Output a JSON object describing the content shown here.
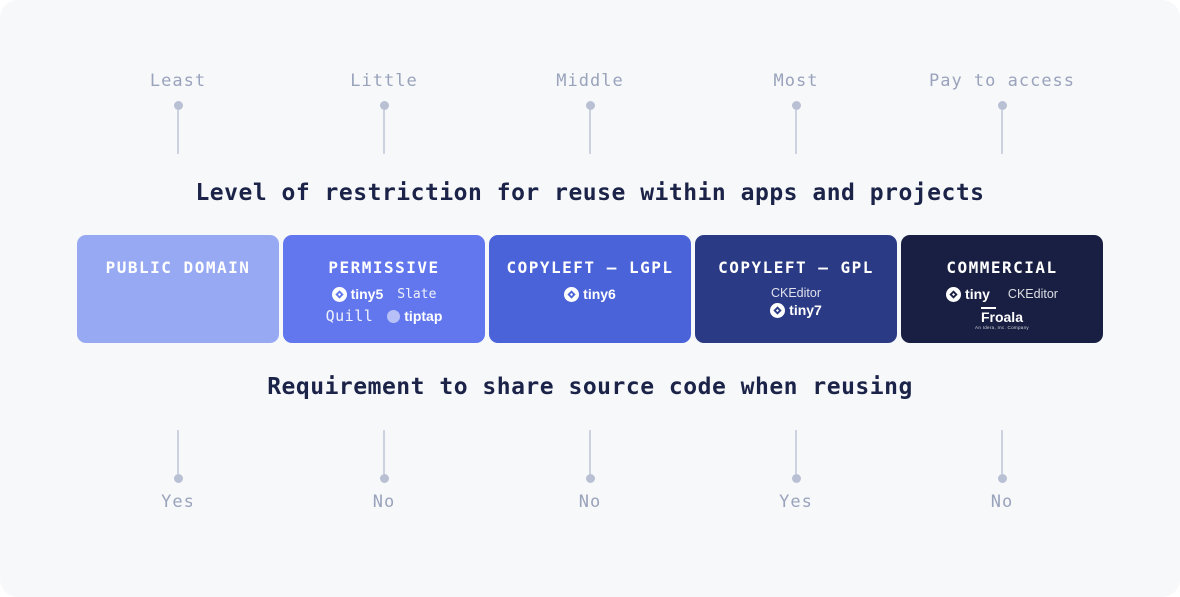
{
  "top_axis": {
    "title": "Level of restriction for reuse within apps and projects",
    "labels": [
      "Least",
      "Little",
      "Middle",
      "Most",
      "Pay to access"
    ]
  },
  "bottom_axis": {
    "title": "Requirement to share source code when reusing",
    "labels": [
      "Yes",
      "No",
      "No",
      "Yes",
      "No"
    ]
  },
  "cards": [
    {
      "title": "PUBLIC DOMAIN",
      "color": "#97a9f2"
    },
    {
      "title": "PERMISSIVE",
      "color": "#6277ee",
      "logos": {
        "tiny": "tiny5",
        "slate": "Slate",
        "quill": "Quill",
        "tiptap": "tiptap"
      }
    },
    {
      "title": "COPYLEFT – LGPL",
      "color": "#4b63d9",
      "logos": {
        "tiny": "tiny6"
      }
    },
    {
      "title": "COPYLEFT – GPL",
      "color": "#2a3a84",
      "logos": {
        "ckeditor": "CKEditor",
        "tiny": "tiny7"
      }
    },
    {
      "title": "COMMERCIAL",
      "color": "#181f42",
      "logos": {
        "tiny": "tiny",
        "ckeditor": "CKEditor",
        "froala": "Froala",
        "froala_subtext": "An Idera, Inc. Company"
      }
    }
  ],
  "colors": {
    "panel_background": "#f7f8fa",
    "heading_text": "#1b2448",
    "axis_label_text": "#9aa3bc",
    "pin": "#c5cada"
  }
}
